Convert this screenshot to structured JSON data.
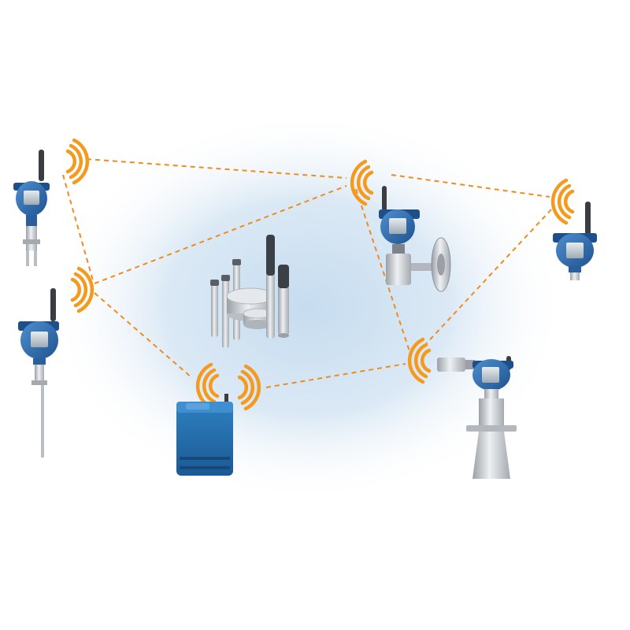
{
  "diagram": {
    "kind": "wireless-mesh-network",
    "colors": {
      "glow": "#cfe3f3",
      "link": "#f08c1e",
      "signal": "#f39a1f",
      "device_blue": "#2f6fb5",
      "device_blue_dark": "#1d4f8a",
      "steel": "#c9cdd2",
      "steel_dark": "#8c9298",
      "antenna": "#3a3d42"
    },
    "nodes": [
      {
        "id": "level-switch-transmitter",
        "icon": "vibrating-fork-level-switch"
      },
      {
        "id": "guided-wave-radar",
        "icon": "guided-wave-radar-probe"
      },
      {
        "id": "wireless-gateway",
        "icon": "wireless-gateway"
      },
      {
        "id": "pressure-transmitter",
        "icon": "differential-pressure-transmitter"
      },
      {
        "id": "compact-transmitter",
        "icon": "wireless-transmitter"
      },
      {
        "id": "radar-level-transmitter",
        "icon": "non-contacting-radar-horn"
      },
      {
        "id": "process-vessel",
        "icon": "tank-process-vessel"
      }
    ],
    "links": [
      [
        "level-switch-transmitter",
        "pressure-transmitter"
      ],
      [
        "pressure-transmitter",
        "compact-transmitter"
      ],
      [
        "guided-wave-radar",
        "pressure-transmitter"
      ],
      [
        "guided-wave-radar",
        "wireless-gateway"
      ],
      [
        "level-switch-transmitter",
        "guided-wave-radar"
      ],
      [
        "pressure-transmitter",
        "radar-level-transmitter"
      ],
      [
        "compact-transmitter",
        "radar-level-transmitter"
      ],
      [
        "wireless-gateway",
        "radar-level-transmitter"
      ]
    ]
  }
}
